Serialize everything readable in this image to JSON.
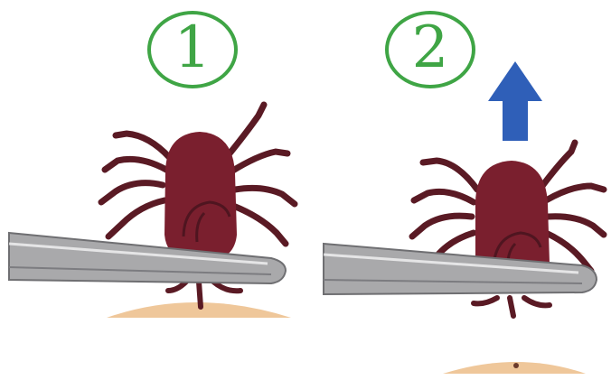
{
  "steps": [
    {
      "number": "1",
      "action": "grip"
    },
    {
      "number": "2",
      "action": "pull"
    }
  ],
  "colors": {
    "badge": "#3fa545",
    "tick_body": "#7a1f2e",
    "tick_dark": "#4f1520",
    "tweezers": "#a9a9ab",
    "tweezers_dark": "#6f6f72",
    "skin": "#efc79a",
    "arrow": "#2f5fb8"
  },
  "icons": {
    "step1": "tick-gripped-by-tweezers",
    "step2": "tick-pulled-up-arrow"
  }
}
